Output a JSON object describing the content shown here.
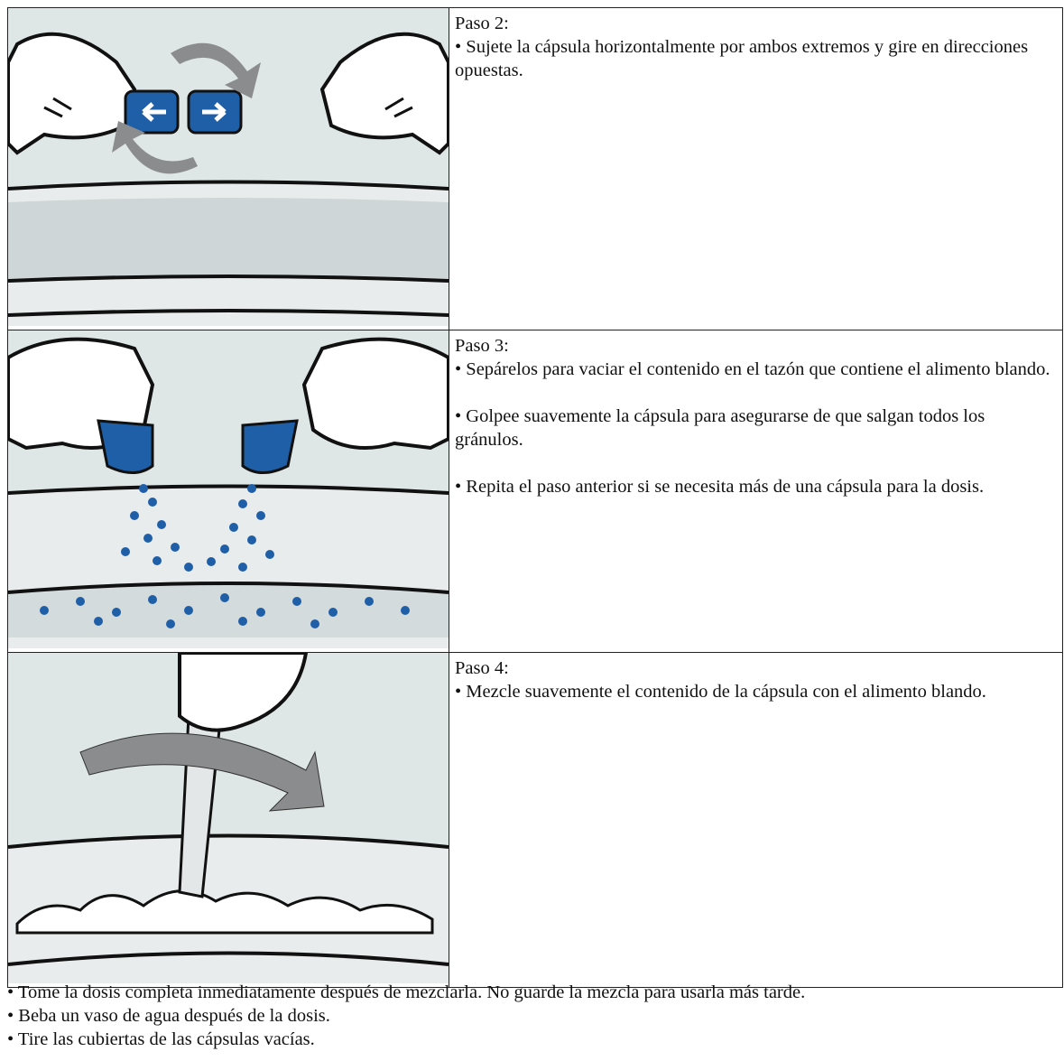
{
  "steps": [
    {
      "title": "Paso 2:",
      "bullets": [
        "• Sujete la cápsula horizontalmente por ambos extremos y gire en direcciones opuestas."
      ]
    },
    {
      "title": "Paso 3:",
      "bullets": [
        "• Sepárelos para vaciar el contenido en el tazón que contiene el alimento blando.",
        "• Golpee suavemente la cápsula para asegurarse de que salgan todos los gránulos.",
        "• Repita el paso anterior si se necesita más de una cápsula para la dosis."
      ]
    },
    {
      "title": "Paso 4:",
      "bullets": [
        "• Mezcle suavemente el contenido de la cápsula con el alimento blando."
      ]
    }
  ],
  "footer": [
    "• Tome la dosis completa inmediatamente después de mezclarla. No guarde la mezcla para usarla más tarde.",
    "• Beba un vaso de agua después de la dosis.",
    "• Tire las cubiertas de las cápsulas vacías."
  ],
  "colors": {
    "capsule_blue": "#1f5fa8",
    "background_grey": "#dfe6e6",
    "arrow_grey": "#8a8c8e"
  }
}
